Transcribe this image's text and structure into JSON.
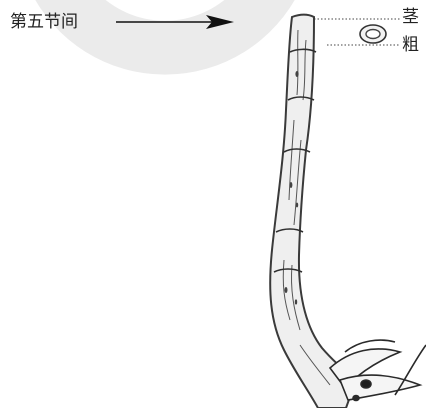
{
  "diagram": {
    "labels": {
      "internode": "第五节间",
      "stem": "茎",
      "thickness": "粗"
    },
    "colors": {
      "watermark": "#ebebeb",
      "stem_fill": "#efefef",
      "stem_outline": "#3a3a3a",
      "ink": "#222222"
    },
    "icons": {
      "section": "stem-cross-section-icon"
    }
  }
}
